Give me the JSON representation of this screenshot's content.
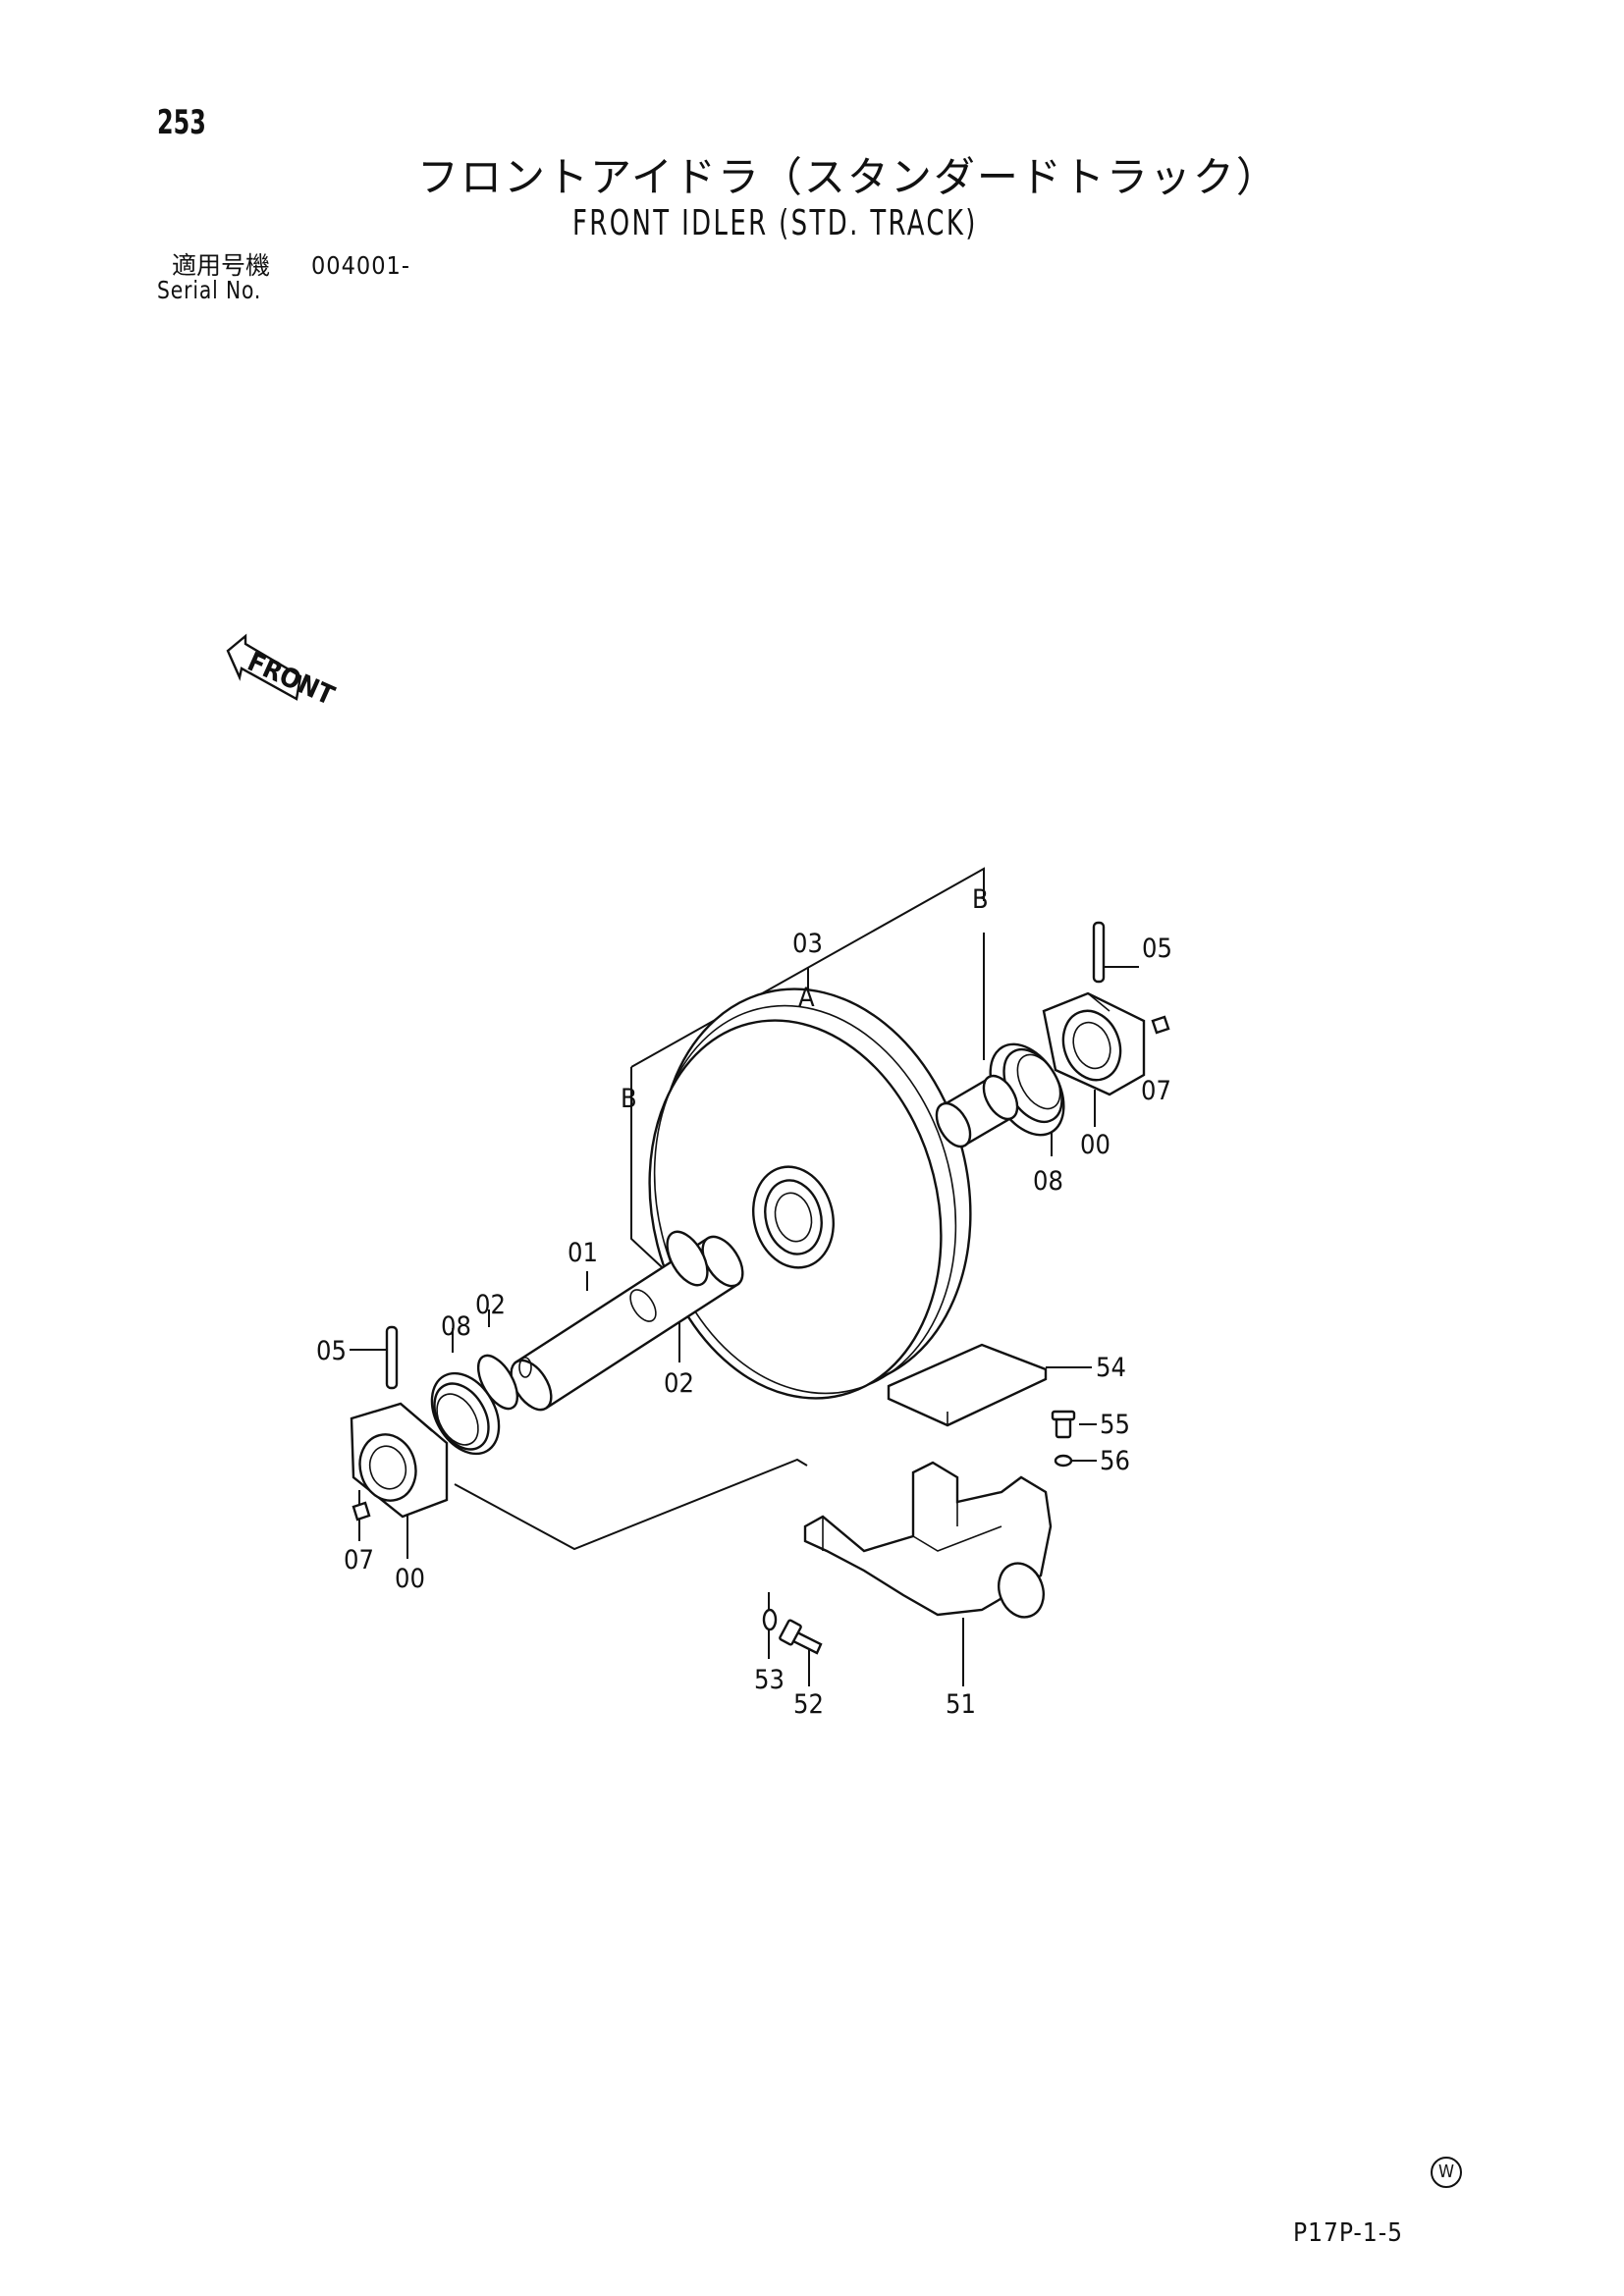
{
  "header": {
    "page_number": "253",
    "title_jp": "フロントアイドラ（スタンダードトラック）",
    "title_en": "FRONT IDLER (STD. TRACK)",
    "serial_label_jp": "適用号機",
    "serial_value": "004001-",
    "serial_label_en": "Serial No."
  },
  "front_arrow_label": "FRONT",
  "callouts": {
    "c03": "03",
    "cA": "A",
    "cB1": "B",
    "cB2": "B",
    "c05r": "05",
    "c07r": "07",
    "c00r": "00",
    "c08r": "08",
    "c01": "01",
    "c02a": "02",
    "c02b": "02",
    "c08l": "08",
    "c05l": "05",
    "c07l": "07",
    "c00l": "00",
    "c54": "54",
    "c55": "55",
    "c56": "56",
    "c53": "53",
    "c52": "52",
    "c51": "51"
  },
  "footer": {
    "mark": "W",
    "page_ref": "P17P-1-5"
  }
}
